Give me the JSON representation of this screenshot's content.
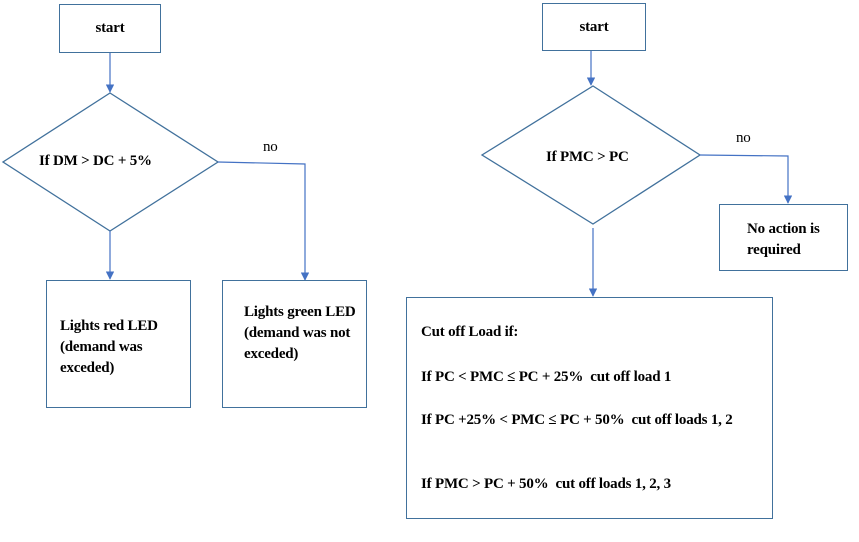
{
  "left_flow": {
    "start": "start",
    "decision": "If DM > DC + 5%",
    "no_label": "no",
    "yes_box": "Lights red LED (demand was exceded)",
    "no_box": "Lights green LED (demand was not exceded)"
  },
  "right_flow": {
    "start": "start",
    "decision": "If PMC > PC",
    "no_label": "no",
    "no_box": "No action is required",
    "cutoff": {
      "title": "Cut off Load if:",
      "rule_1": "If PC < PMC ≤ PC + 25%  cut off load 1",
      "rule_2": "If PC +25% < PMC ≤ PC + 50%  cut off loads 1, 2",
      "rule_3": "If PMC > PC + 50%  cut off loads 1, 2, 3"
    }
  },
  "colors": {
    "stroke": "#41719c",
    "arrow": "#4472c4"
  }
}
